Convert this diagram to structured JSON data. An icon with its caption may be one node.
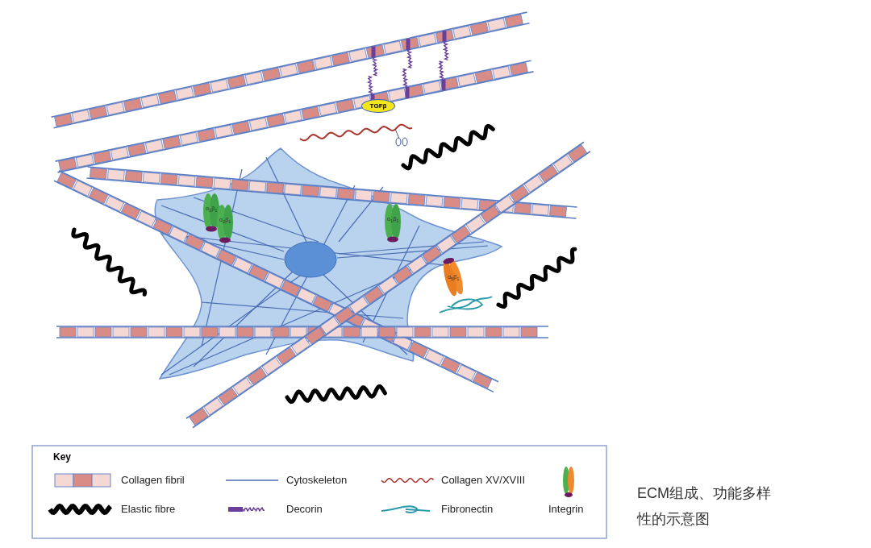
{
  "diagram": {
    "caption": "ECM组成、功能多样性的示意图",
    "nodes": [
      {
        "text": [
          "TGFβ"
        ]
      }
    ],
    "labels": [
      "α$_{1}$β$_{1}$",
      "α$_{2}$β$_{1}$",
      "α$_{1}$β$_{1}$",
      "α$_{5}$β$_{1}$",
      "Key"
    ],
    "legend": [
      {
        "text": "Collagen fibril"
      },
      {
        "text": "Cytoskeleton"
      },
      {
        "text": "Collagen XV/XVIII"
      },
      {
        "text": "Elastic fibre"
      },
      {
        "text": "Decorin"
      },
      {
        "text": "Fibronectin"
      },
      {
        "text": "Integrin"
      }
    ]
  }
}
